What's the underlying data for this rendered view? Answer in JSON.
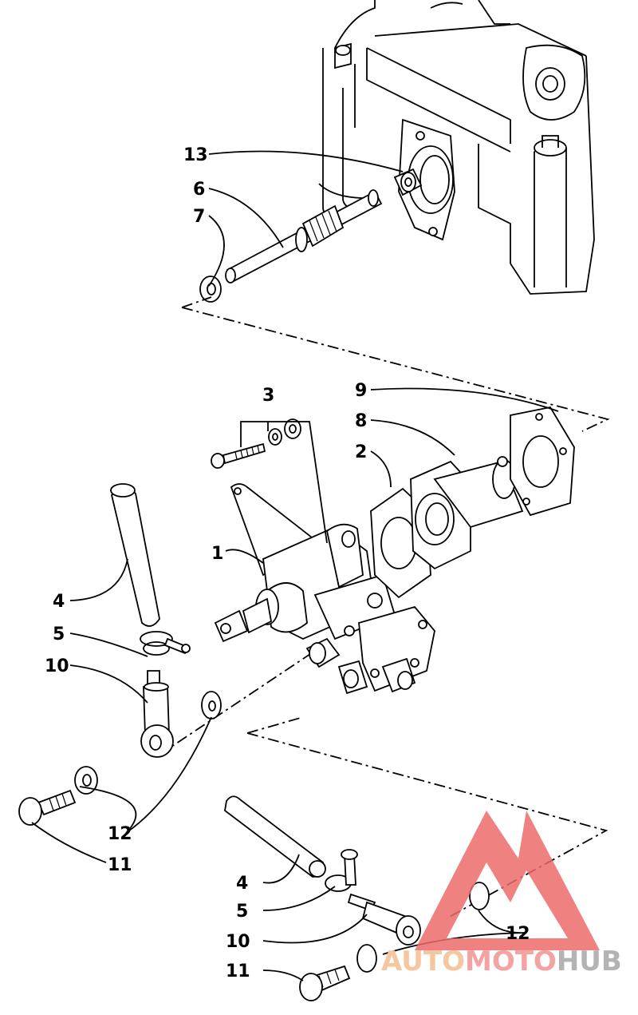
{
  "callouts": {
    "c13": "13",
    "c6": "6",
    "c7": "7",
    "c3": "3",
    "c9": "9",
    "c8": "8",
    "c2": "2",
    "c1": "1",
    "c4a": "4",
    "c5a": "5",
    "c10a": "10",
    "c12a": "12",
    "c11a": "11",
    "c4b": "4",
    "c5b": "5",
    "c10b": "10",
    "c12b": "12",
    "c11b": "11"
  },
  "watermark": {
    "part1": "AUTO",
    "part2": "MOTO",
    "part3": "HUB",
    "color_auto": "#f5c6a0",
    "color_moto": "#f4a3a3",
    "color_hub": "#b3b3b3",
    "logo_color": "#ec6b6b"
  }
}
